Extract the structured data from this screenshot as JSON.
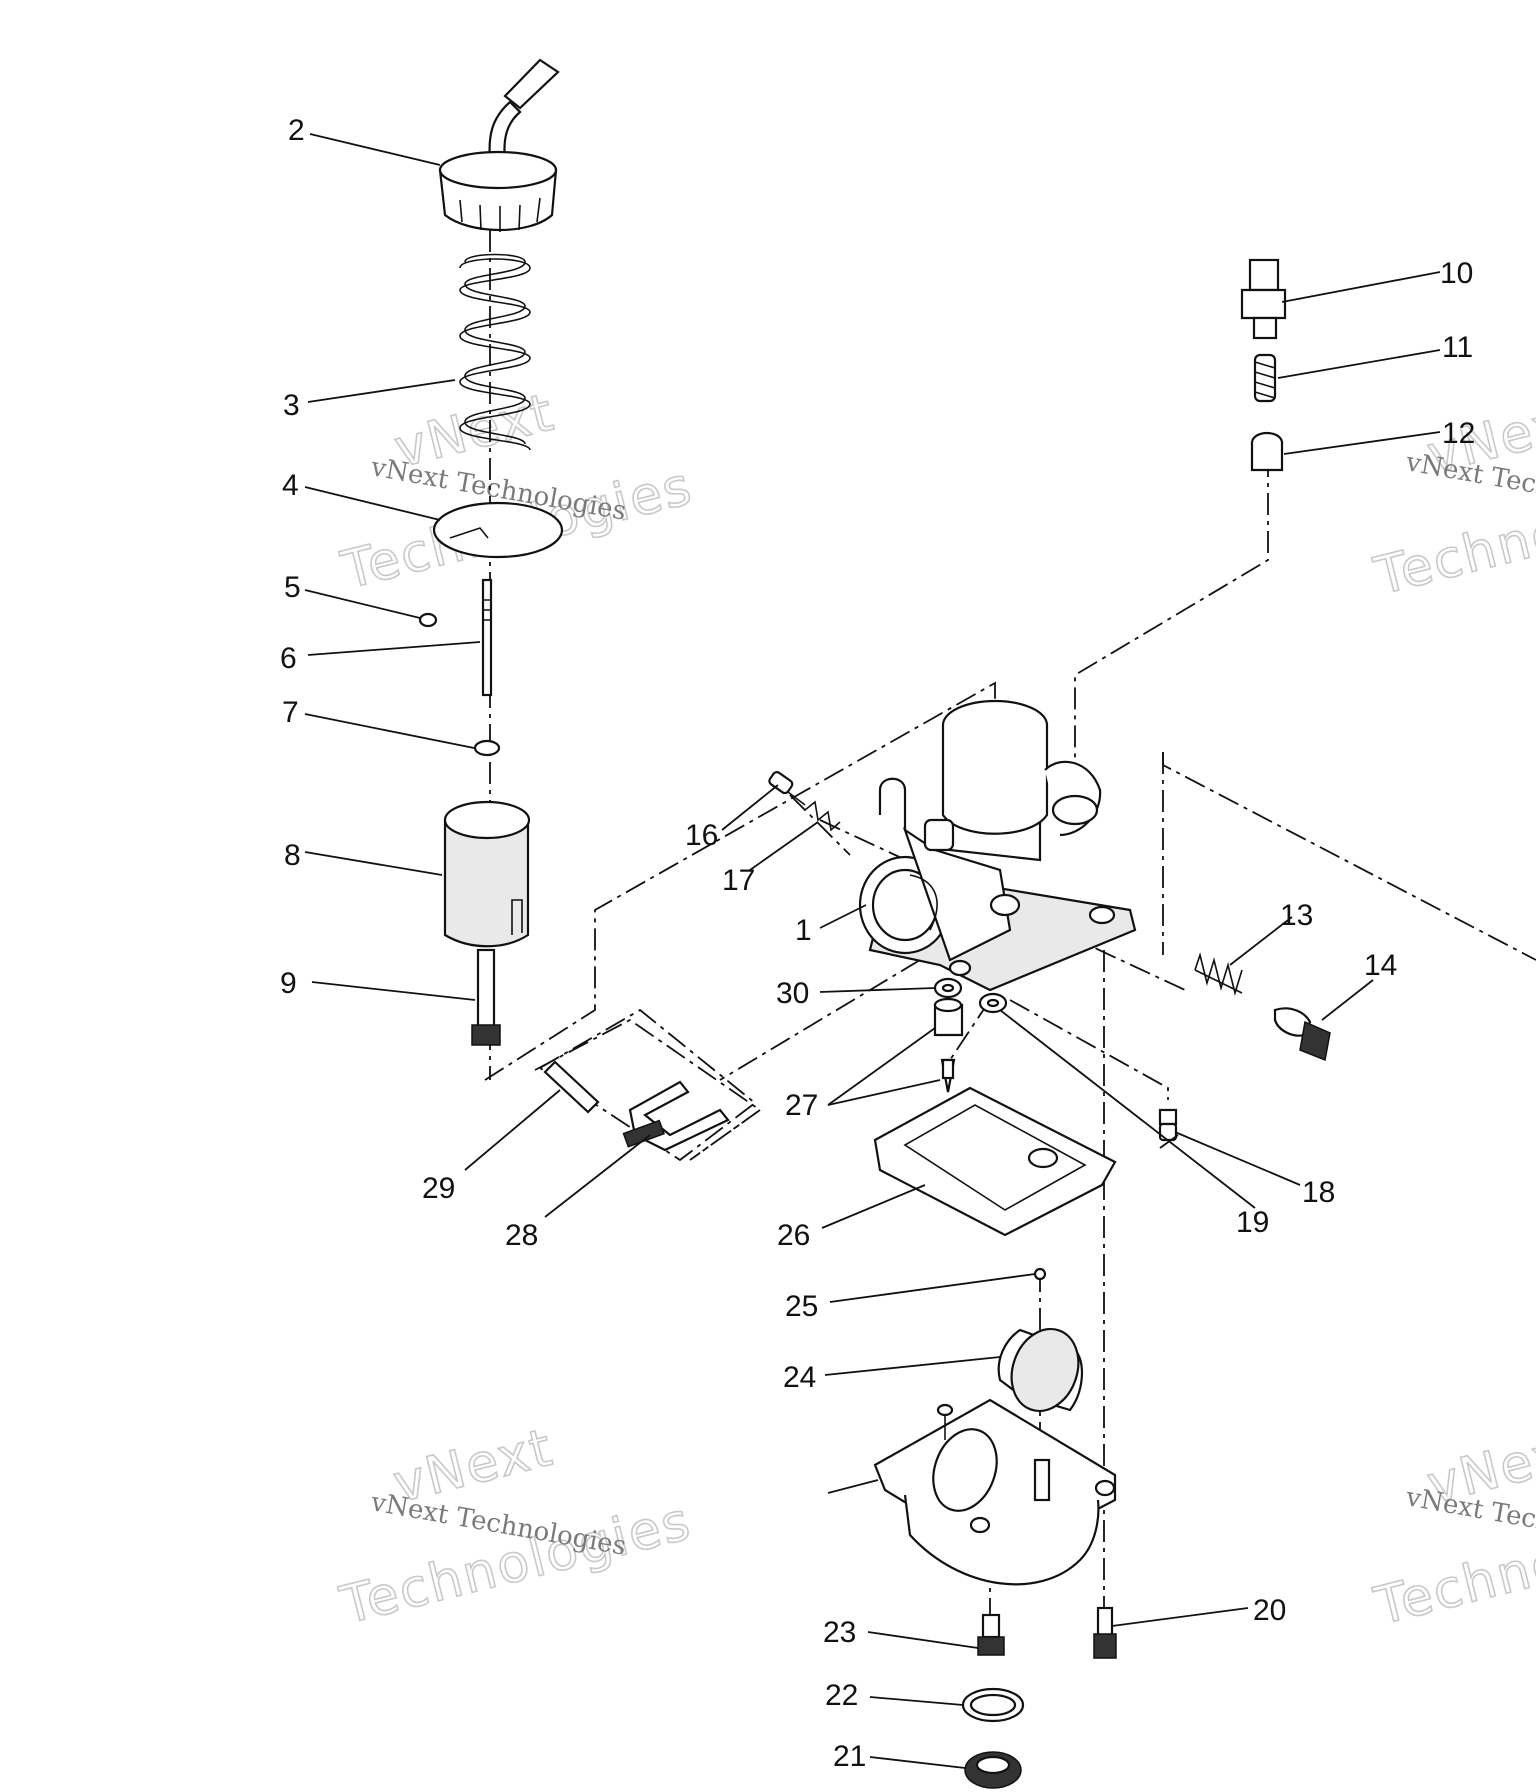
{
  "callouts": [
    "1",
    "2",
    "3",
    "4",
    "5",
    "6",
    "7",
    "8",
    "9",
    "10",
    "11",
    "12",
    "13",
    "14",
    "16",
    "17",
    "18",
    "19",
    "20",
    "21",
    "22",
    "23",
    "24",
    "25",
    "26",
    "27",
    "28",
    "29",
    "30"
  ],
  "watermark": {
    "company": "vNext Technologies",
    "big_line1": "vNext",
    "big_line2": "Technologies"
  }
}
